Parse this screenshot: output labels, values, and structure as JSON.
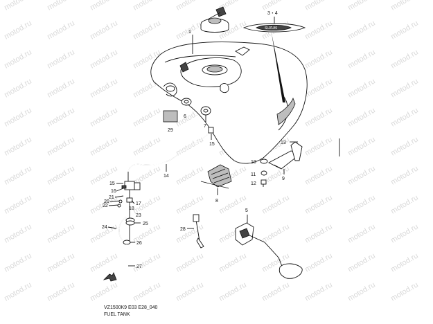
{
  "watermark": "motod.ru",
  "caption": {
    "model_code": "VZ1500K9 E03 E28_040",
    "title": "FUEL TANK"
  },
  "callouts": {
    "c1": "1",
    "c34": "3・4",
    "c29": "29",
    "c6": "6",
    "c7": "7",
    "c15a": "15",
    "c14": "14",
    "c13": "13",
    "c10": "10",
    "c11": "11",
    "c12": "12",
    "c9": "9",
    "c8": "8",
    "c15b": "15",
    "c16": "16",
    "c21": "21",
    "c20": "20",
    "c22": "22",
    "c17": "17",
    "c18": "18",
    "c23": "23",
    "c25": "25",
    "c24": "24",
    "c28": "28",
    "c5": "5",
    "c26": "26",
    "c27": "27"
  }
}
